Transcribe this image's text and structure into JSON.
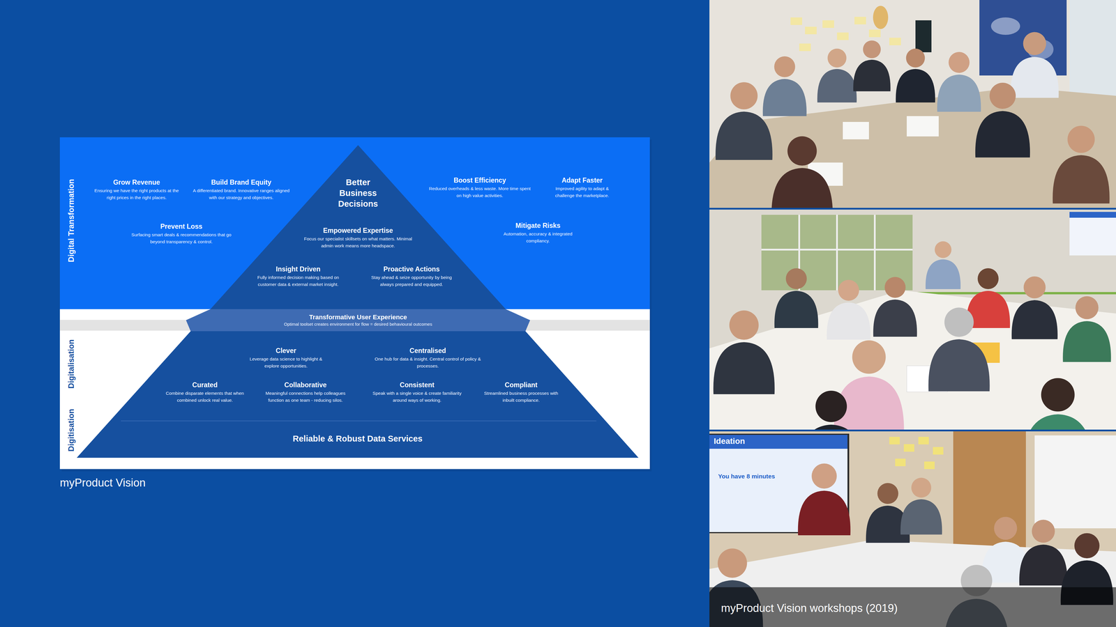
{
  "diagram": {
    "caption": "myProduct Vision",
    "nodes": [
      {
        "text": [
          "Digital Transformation"
        ]
      },
      {
        "text": [
          "Grow Revenue",
          "Ensuring we have the right products at the right prices in the right places."
        ],
        "in": 0
      },
      {
        "text": [
          "Build Brand Equity",
          "A differentiated brand. Innovative ranges aligned with our strategy and objectives."
        ],
        "in": 0
      },
      {
        "text": [
          "Prevent Loss",
          "Surfacing smart deals & recommendations that go beyond transparency & control."
        ],
        "in": 0
      },
      {
        "text": [
          "Better Business Decisions"
        ],
        "in": 0
      },
      {
        "text": [
          "Empowered Expertise",
          "Focus our specialist skillsets on what matters. Minimal admin work means more headspace."
        ],
        "in": 4
      },
      {
        "text": [
          "Insight Driven",
          "Fully informed decision making based on customer data & external market insight."
        ],
        "in": 4
      },
      {
        "text": [
          "Proactive Actions",
          "Stay ahead & seize opportunity by being always prepared and equipped."
        ],
        "in": 4
      },
      {
        "text": [
          "Boost Efficiency",
          "Reduced overheads & less waste. More time spent on high value activities."
        ],
        "in": 0
      },
      {
        "text": [
          "Adapt Faster",
          "Improved agility to adapt & challenge the marketplace."
        ],
        "in": 0
      },
      {
        "text": [
          "Mitigate Risks",
          "Automation, accuracy & integrated compliancy."
        ],
        "in": 0
      },
      {
        "text": [
          "Transformative User Experience",
          "Optimal toolset creates environment for flow = desired behavioural outcomes"
        ]
      },
      {
        "text": [
          "Reliable & Robust Data Services"
        ]
      },
      {
        "text": [
          "Clever",
          "Leverage data science to highlight & explore opportunities."
        ],
        "in": 12
      },
      {
        "text": [
          "Centralised",
          "One hub for data & insight. Central control of policy & processes."
        ],
        "in": 12
      },
      {
        "text": [
          "Curated",
          "Combine disparate elements that when combined unlock real value."
        ],
        "in": 12
      },
      {
        "text": [
          "Collaborative",
          "Meaningful connections help colleagues function as one team - reducing silos."
        ],
        "in": 12
      },
      {
        "text": [
          "Consistent",
          "Speak with a single voice & create familiarity around ways of working."
        ],
        "in": 12
      },
      {
        "text": [
          "Compliant",
          "Streamlined business processes with inbuilt compliance."
        ],
        "in": 12
      }
    ],
    "labels": [
      "Digitalisation",
      "Digitisation",
      "Ideation",
      "You have 8 minutes",
      "myProduct Vision workshops (2019)"
    ]
  }
}
